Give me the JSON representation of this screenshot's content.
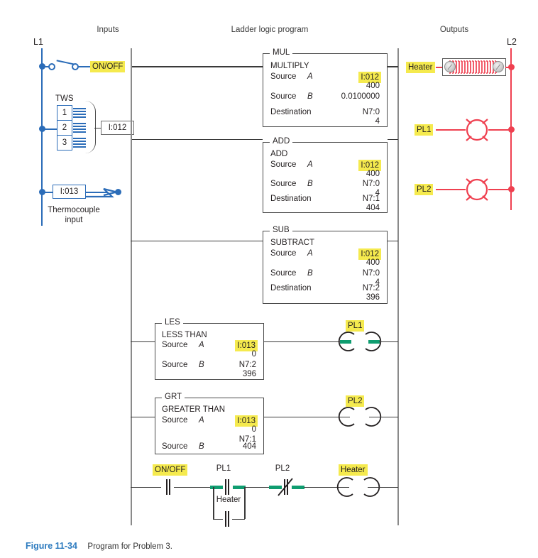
{
  "figure": {
    "number": "Figure 11-34",
    "caption": "Program for Problem 3."
  },
  "columns": {
    "inputs": "Inputs",
    "ladder": "Ladder logic program",
    "outputs": "Outputs"
  },
  "rails": {
    "l1": "L1",
    "l2": "L2"
  },
  "inputs": {
    "switch": {
      "label": "ON/OFF",
      "type": "selector-switch"
    },
    "thumbwheel": {
      "label": "TWS",
      "digits": [
        "1",
        "2",
        "3"
      ],
      "address": "I:012"
    },
    "thermocouple": {
      "address": "I:013",
      "caption_line1": "Thermocouple",
      "caption_line2": "input"
    }
  },
  "outputs": {
    "heater": {
      "label": "Heater",
      "type": "heating-element"
    },
    "pl1": {
      "label": "PL1",
      "type": "pilot-lamp"
    },
    "pl2": {
      "label": "PL2",
      "type": "pilot-lamp"
    }
  },
  "instructions": [
    {
      "mnemonic": "MUL",
      "name": "MULTIPLY",
      "rows": [
        {
          "label": "Source",
          "operand": "A",
          "address": "I:012",
          "value": "400",
          "highlight": true
        },
        {
          "label": "Source",
          "operand": "B",
          "address": "0.0100000",
          "value": "",
          "highlight": false
        },
        {
          "label": "Destination",
          "operand": "",
          "address": "N7:0",
          "value": "4",
          "highlight": false
        }
      ]
    },
    {
      "mnemonic": "ADD",
      "name": "ADD",
      "rows": [
        {
          "label": "Source",
          "operand": "A",
          "address": "I:012",
          "value": "400",
          "highlight": true
        },
        {
          "label": "Source",
          "operand": "B",
          "address": "N7:0",
          "value": "4",
          "highlight": false
        },
        {
          "label": "Destination",
          "operand": "",
          "address": "N7:1",
          "value": "404",
          "highlight": false
        }
      ]
    },
    {
      "mnemonic": "SUB",
      "name": "SUBTRACT",
      "rows": [
        {
          "label": "Source",
          "operand": "A",
          "address": "I:012",
          "value": "400",
          "highlight": true
        },
        {
          "label": "Source",
          "operand": "B",
          "address": "N7:0",
          "value": "4",
          "highlight": false
        },
        {
          "label": "Destination",
          "operand": "",
          "address": "N7:2",
          "value": "396",
          "highlight": false
        }
      ]
    },
    {
      "mnemonic": "LES",
      "name": "LESS THAN",
      "rows": [
        {
          "label": "Source",
          "operand": "A",
          "address": "I:013",
          "value": "0",
          "highlight": true
        },
        {
          "label": "Source",
          "operand": "B",
          "address": "N7:2",
          "value": "396",
          "highlight": false
        }
      ],
      "coil": {
        "label": "PL1",
        "energized": true
      }
    },
    {
      "mnemonic": "GRT",
      "name": "GREATER THAN",
      "rows": [
        {
          "label": "Source",
          "operand": "A",
          "address": "I:013",
          "value": "0",
          "highlight": true
        },
        {
          "label": "Source",
          "operand": "B",
          "address": "N7:1",
          "value": "404",
          "highlight": false
        }
      ],
      "coil": {
        "label": "PL2",
        "energized": false
      }
    }
  ],
  "bottom_rung": {
    "contacts": [
      {
        "label": "ON/OFF",
        "type": "normally-open",
        "energized": false,
        "highlight": true
      },
      {
        "label": "PL1",
        "type": "normally-open",
        "energized": true,
        "highlight": false
      },
      {
        "label": "Heater",
        "type": "normally-open",
        "energized": false,
        "highlight": false
      },
      {
        "label": "PL2",
        "type": "normally-closed",
        "energized": true,
        "highlight": false
      }
    ],
    "coil": {
      "label": "Heater",
      "energized": false,
      "highlight": true
    }
  },
  "colors": {
    "wire_input": "#2b6cb8",
    "wire_output": "#ef4050",
    "rail": "#8a8a8a",
    "highlight": "#f5ea4e",
    "energized": "#0f9d70",
    "caption_accent": "#2d7bbf"
  }
}
